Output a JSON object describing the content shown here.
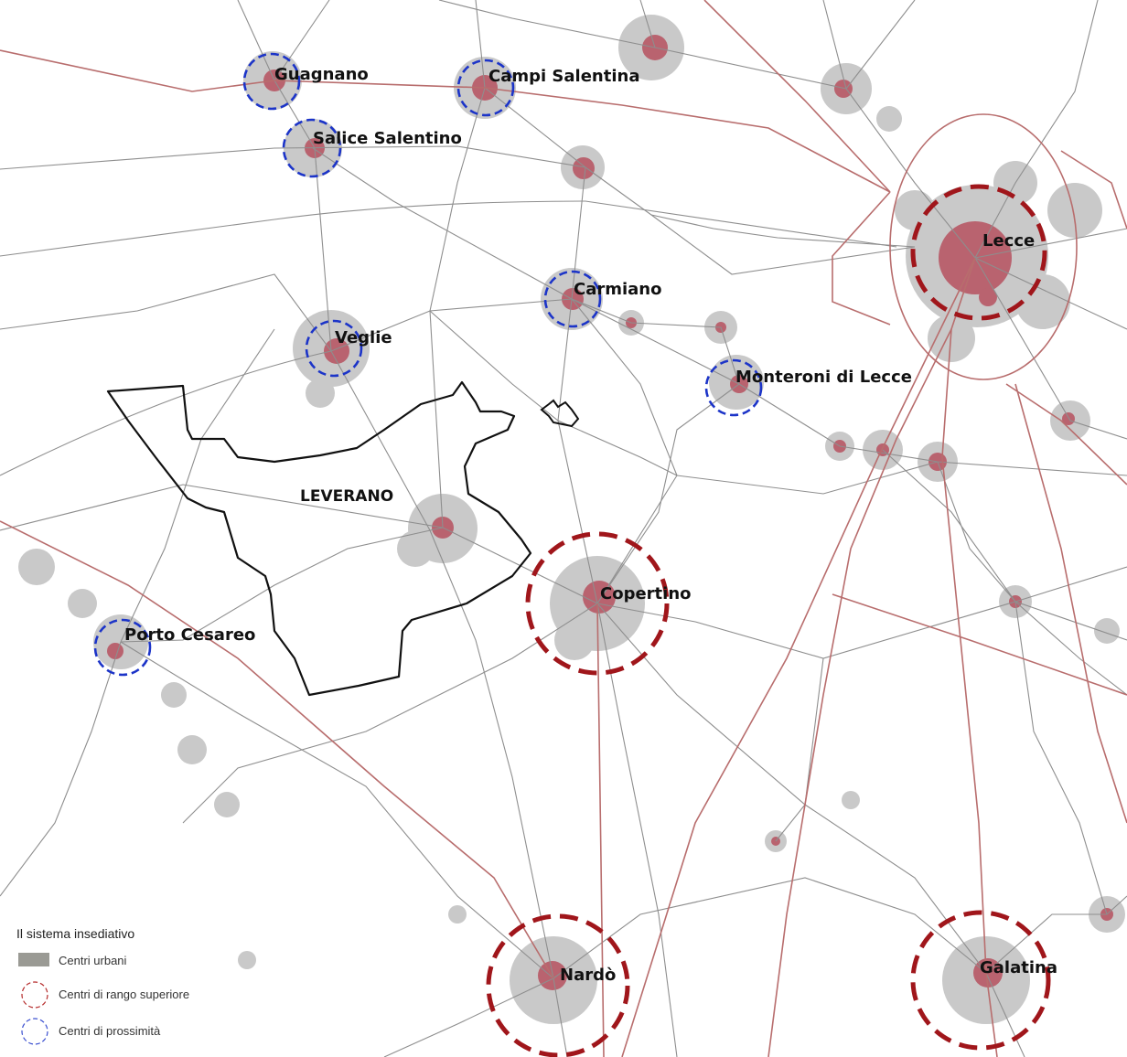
{
  "colors": {
    "urban_area": "#c9c9c9",
    "urban_core": "#b9636f",
    "major_road": "#b86d6d",
    "minor_road": "#8e8e8e",
    "boundary": "#111111",
    "ring_superior": "#a0161b",
    "ring_proximity": "#1c34c8"
  },
  "map": {
    "municipality_label": "LEVERANO",
    "centres": [
      {
        "name": "Guagnano",
        "rank": "proximity"
      },
      {
        "name": "Campi Salentina",
        "rank": "proximity"
      },
      {
        "name": "Salice Salentino",
        "rank": "proximity"
      },
      {
        "name": "Carmiano",
        "rank": "proximity"
      },
      {
        "name": "Veglie",
        "rank": "proximity"
      },
      {
        "name": "Monteroni di Lecce",
        "rank": "proximity"
      },
      {
        "name": "Porto Cesareo",
        "rank": "proximity"
      },
      {
        "name": "Lecce",
        "rank": "superior"
      },
      {
        "name": "Copertino",
        "rank": "superior"
      },
      {
        "name": "Nardò",
        "rank": "superior"
      },
      {
        "name": "Galatina",
        "rank": "superior"
      }
    ]
  },
  "legend": {
    "title": "Il sistema insediativo",
    "items": [
      {
        "label": "Centri urbani",
        "symbol": "urban-area-swatch"
      },
      {
        "label": "Centri di rango superiore",
        "symbol": "red-dashed-circle"
      },
      {
        "label": "Centri di prossimità",
        "symbol": "blue-dashed-circle"
      }
    ]
  }
}
